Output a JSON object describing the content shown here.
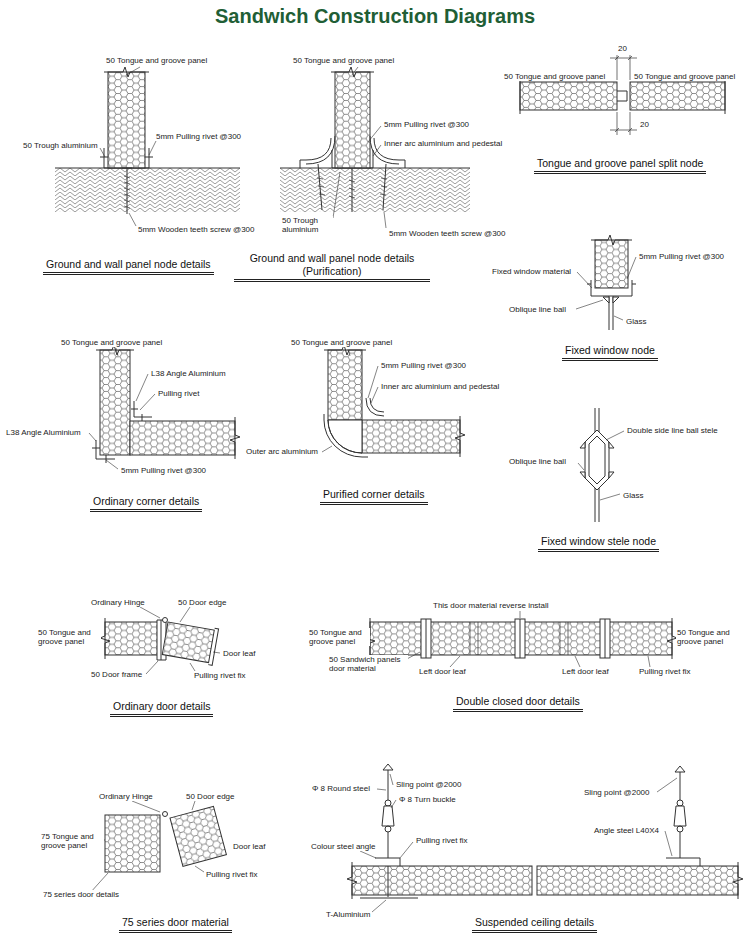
{
  "diagram": {
    "title": "Sandwich Construction Diagrams",
    "labels": [
      "50 Tongue and groove panel",
      "5mm Pulling rivet @300",
      "50 Trough aluminium",
      "5mm Wooden teeth screw @300",
      "Ground and wall panel node details",
      "50 Tongue and groove panel",
      "5mm Pulling rivet @300",
      "Inner arc aluminium and pedestal",
      "50 Trough aluminium",
      "5mm Wooden teeth screw @300",
      "Ground and wall panel node details (Purification)",
      "20",
      "50 Tongue and groove panel",
      "50 Tongue and groove panel",
      "20",
      "Tongue and groove panel split node",
      "5mm Pulling rivet @300",
      "Fixed window material",
      "Oblique line ball",
      "Glass",
      "Fixed window node",
      "50 Tongue and groove panel",
      "L38 Angle Aluminium",
      "Pulling rivet",
      "L38 Angle Aluminium",
      "5mm Pulling rivet @300",
      "Ordinary corner details",
      "50 Tongue and groove panel",
      "5mm Pulling rivet @300",
      "Inner arc aluminium and pedestal",
      "Outer arc aluminium",
      "Purified corner details",
      "Double side line ball stele",
      "Oblique line ball",
      "Glass",
      "Fixed window stele node",
      "Ordinary Hinge",
      "50 Door edge",
      "50 Tongue and groove panel",
      "Door leaf",
      "50 Door frame",
      "Pulling rivet fix",
      "Ordinary door details",
      "This door material reverse install",
      "50 Tongue and groove panel",
      "50 Tongue and groove panel",
      "50 Sandwich panels door material",
      "Left door leaf",
      "Left door leaf",
      "Pulling rivet fix",
      "Double closed door details",
      "Ordinary Hinge",
      "50 Door edge",
      "75 Tongue and groove panel",
      "Door leaf",
      "Pulling rivet fix",
      "75 series door details",
      "75 series door material",
      "Φ 8 Round steel",
      "Sling point @2000",
      "Φ 8 Turn buckle",
      "Colour steel angle",
      "Pulling rivet fix",
      "T-Aluminium",
      "Sling point @2000",
      "Angle steel L40X4",
      "Suspended ceiling details"
    ]
  }
}
